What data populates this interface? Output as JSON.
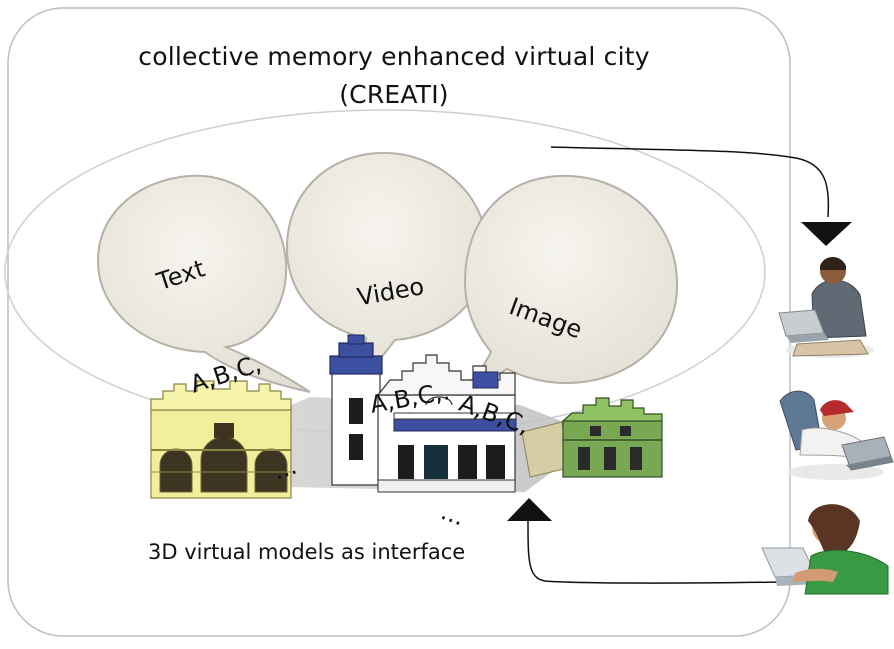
{
  "title": {
    "line1": "collective memory enhanced virtual city",
    "line2": "(CREATI)"
  },
  "bubbles": {
    "text": {
      "label": "Text",
      "line2": "A,B,C,",
      "line3": "..."
    },
    "video": {
      "label": "Video",
      "line2": "A,B,C,."
    },
    "image": {
      "label": "Image",
      "line2": "A,B,C,",
      "line3": "..."
    }
  },
  "caption": "3D virtual models as interface",
  "users": [
    {
      "name": "user-laptop-sitting",
      "color": "#5f6a75"
    },
    {
      "name": "user-laptop-lying",
      "color": "#b52a2a"
    },
    {
      "name": "user-laptop-seated",
      "color": "#3a9a44"
    }
  ],
  "colors": {
    "frame_stroke": "#bcbcbc",
    "ellipse_stroke": "#cfcfcf",
    "bubble_fill": "#ece8df",
    "bubble_stroke": "#b5b1a7",
    "arrow": "#111111",
    "yellow_building": "#f1ef9b",
    "blue_building": "#3c4fa0",
    "green_building": "#79a855"
  }
}
